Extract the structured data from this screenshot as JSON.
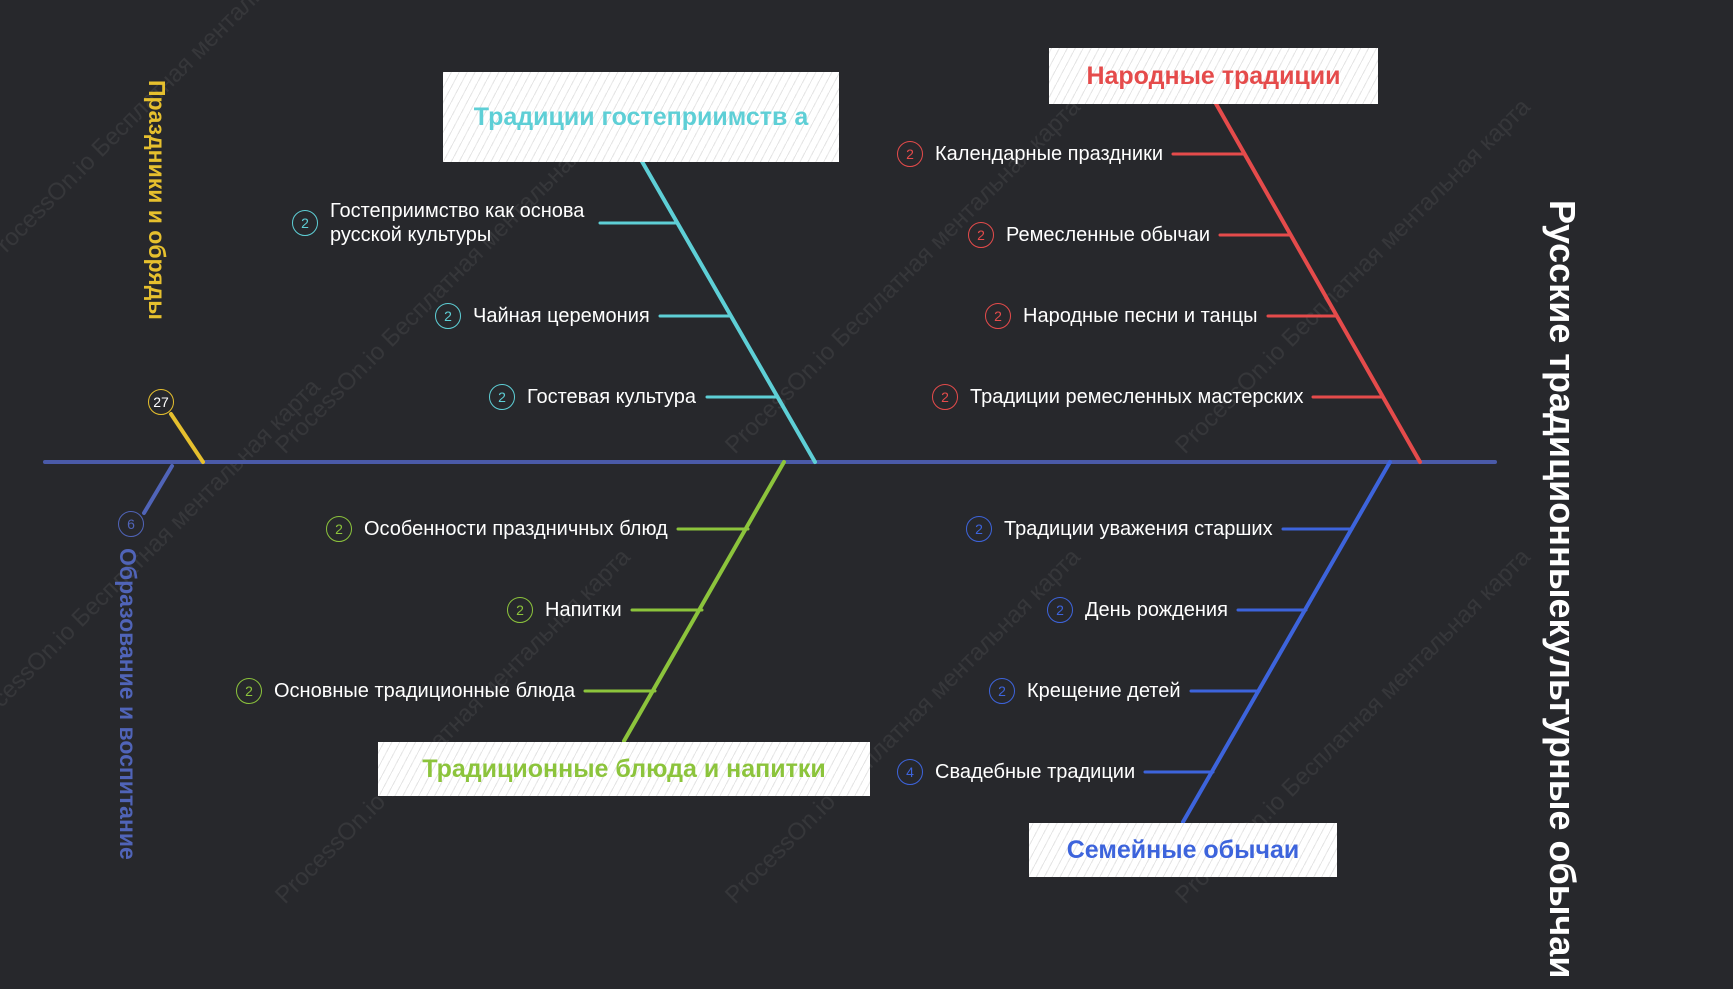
{
  "title": {
    "line1": "Русские традиционные",
    "line2": "культурные обычаи"
  },
  "watermark": "ProcessOn.io Бесплатная ментальная карта",
  "colors": {
    "background": "#27282c",
    "spine": "#4a5aa8",
    "red": "#e54b4b",
    "cyan": "#5ecfd6",
    "green": "#8cc43c",
    "blue": "#3d64dc",
    "yellow": "#e6c02e",
    "indigo": "#5064b8"
  },
  "branches": {
    "hospitality": {
      "title": "Традиции гостеприимств а",
      "items": [
        {
          "count": "2",
          "label": "Гостеприимство как основа русской культуры"
        },
        {
          "count": "2",
          "label": "Чайная церемония"
        },
        {
          "count": "2",
          "label": "Гостевая культура"
        }
      ]
    },
    "folk": {
      "title": "Народные традиции",
      "items": [
        {
          "count": "2",
          "label": "Календарные праздники"
        },
        {
          "count": "2",
          "label": "Ремесленные обычаи"
        },
        {
          "count": "2",
          "label": "Народные песни и танцы"
        },
        {
          "count": "2",
          "label": "Традиции ремесленных мастерских"
        }
      ]
    },
    "food": {
      "title": "Традиционные блюда и напитки",
      "items": [
        {
          "count": "2",
          "label": "Особенности праздничных блюд"
        },
        {
          "count": "2",
          "label": "Напитки"
        },
        {
          "count": "2",
          "label": "Основные традиционные блюда"
        }
      ]
    },
    "family": {
      "title": "Семейные обычаи",
      "items": [
        {
          "count": "2",
          "label": "Традиции уважения старших"
        },
        {
          "count": "2",
          "label": "День рождения"
        },
        {
          "count": "2",
          "label": "Крещение детей"
        },
        {
          "count": "4",
          "label": "Свадебные традиции"
        }
      ]
    }
  },
  "collapsed": {
    "holidays": {
      "count": "27",
      "label": "Праздники и обряды"
    },
    "education": {
      "count": "6",
      "label": "Образование и воспитание"
    }
  }
}
